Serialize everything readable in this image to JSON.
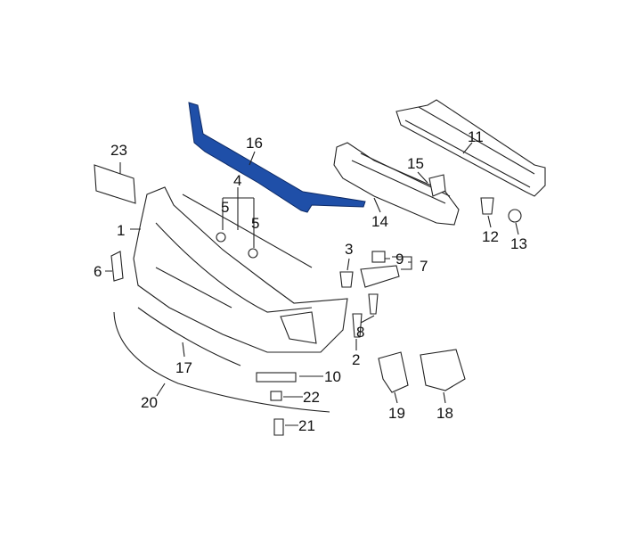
{
  "diagram": {
    "highlight_color": "#1f4fa8",
    "callouts": [
      {
        "id": "23",
        "part": "license-bracket"
      },
      {
        "id": "16",
        "part": "grille-molding-highlighted"
      },
      {
        "id": "11",
        "part": "reinforcement-bar"
      },
      {
        "id": "15",
        "part": "absorber-bracket"
      },
      {
        "id": "4",
        "part": "grille-molding"
      },
      {
        "id": "5",
        "part": "clip"
      },
      {
        "id": "5b",
        "part": "clip"
      },
      {
        "id": "1",
        "part": "bumper-cover"
      },
      {
        "id": "14",
        "part": "energy-absorber"
      },
      {
        "id": "12",
        "part": "bolt"
      },
      {
        "id": "13",
        "part": "nut"
      },
      {
        "id": "3",
        "part": "retainer"
      },
      {
        "id": "9",
        "part": "bracket-clip"
      },
      {
        "id": "7",
        "part": "side-bracket"
      },
      {
        "id": "6",
        "part": "tow-cover"
      },
      {
        "id": "8",
        "part": "screw"
      },
      {
        "id": "2",
        "part": "screw"
      },
      {
        "id": "17",
        "part": "lower-molding"
      },
      {
        "id": "10",
        "part": "lower-bracket"
      },
      {
        "id": "22",
        "part": "nut"
      },
      {
        "id": "20",
        "part": "lip-spoiler"
      },
      {
        "id": "19",
        "part": "fog-bracket"
      },
      {
        "id": "18",
        "part": "fog-cover"
      },
      {
        "id": "21",
        "part": "bolt"
      }
    ],
    "labels": {
      "l23": "23",
      "l16": "16",
      "l11": "11",
      "l15": "15",
      "l4": "4",
      "l5a": "5",
      "l5b": "5",
      "l1": "1",
      "l14": "14",
      "l12": "12",
      "l13": "13",
      "l3": "3",
      "l9": "9",
      "l7": "7",
      "l6": "6",
      "l8": "8",
      "l2": "2",
      "l17": "17",
      "l10": "10",
      "l22": "22",
      "l20": "20",
      "l19": "19",
      "l18": "18",
      "l21": "21"
    }
  }
}
